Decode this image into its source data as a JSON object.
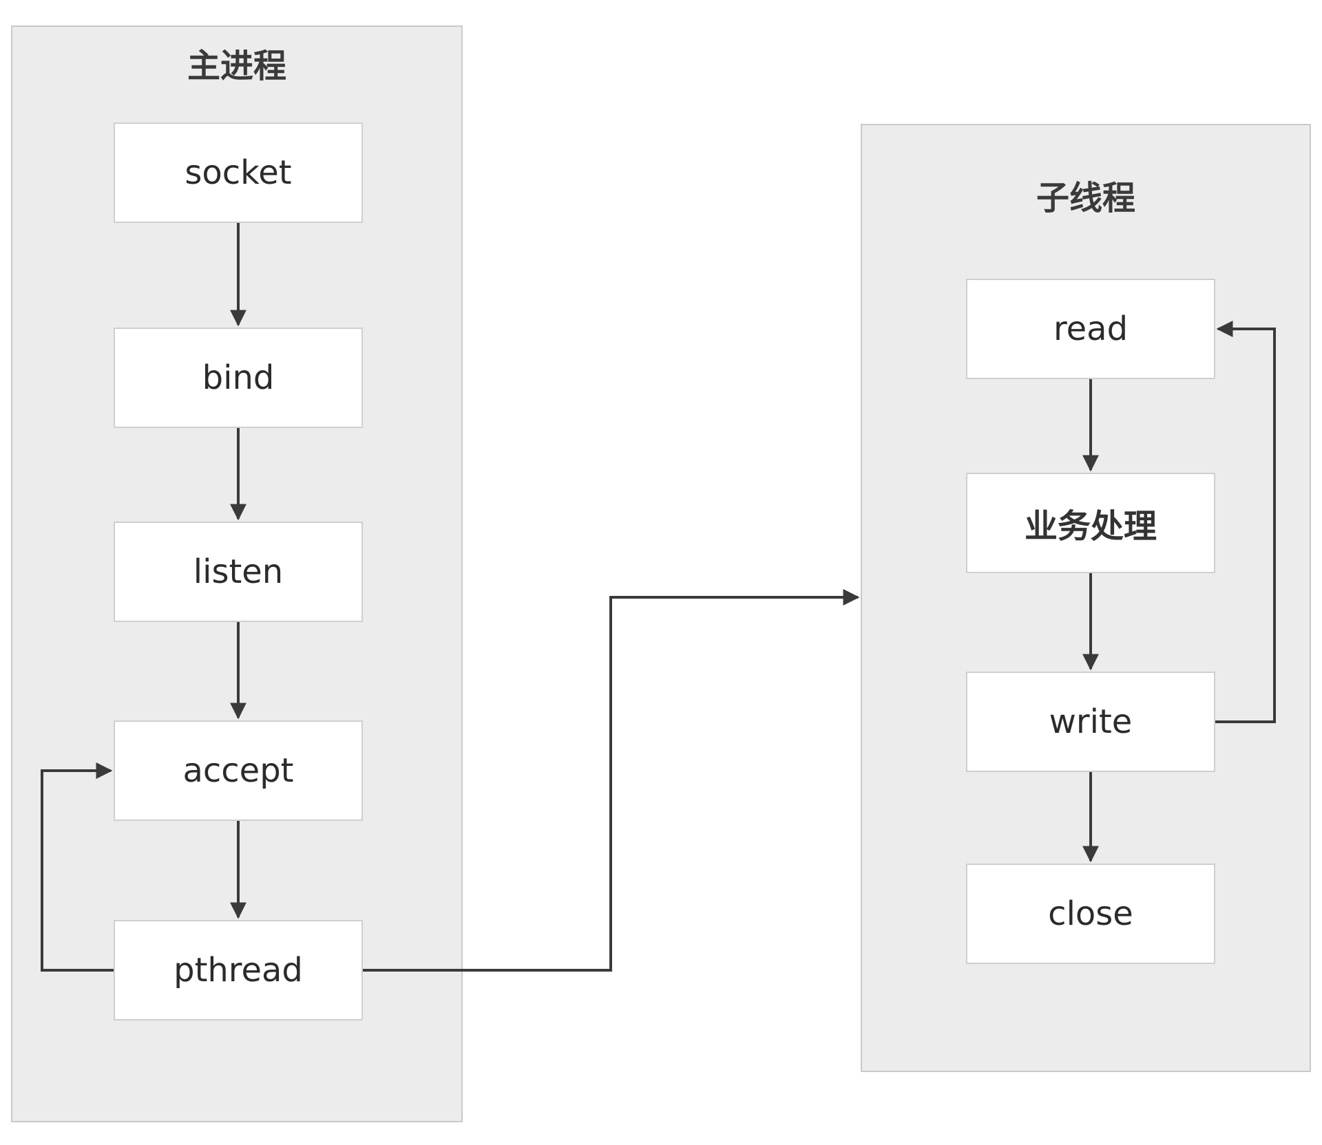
{
  "main_process": {
    "title": "主进程",
    "steps": {
      "socket": "socket",
      "bind": "bind",
      "listen": "listen",
      "accept": "accept",
      "pthread": "pthread"
    }
  },
  "child_thread": {
    "title": "子线程",
    "steps": {
      "read": "read",
      "process": "业务处理",
      "write": "write",
      "close": "close"
    }
  },
  "colors": {
    "panel_bg": "#ececec",
    "node_bg": "#ffffff",
    "edge": "#3a3a3a"
  }
}
